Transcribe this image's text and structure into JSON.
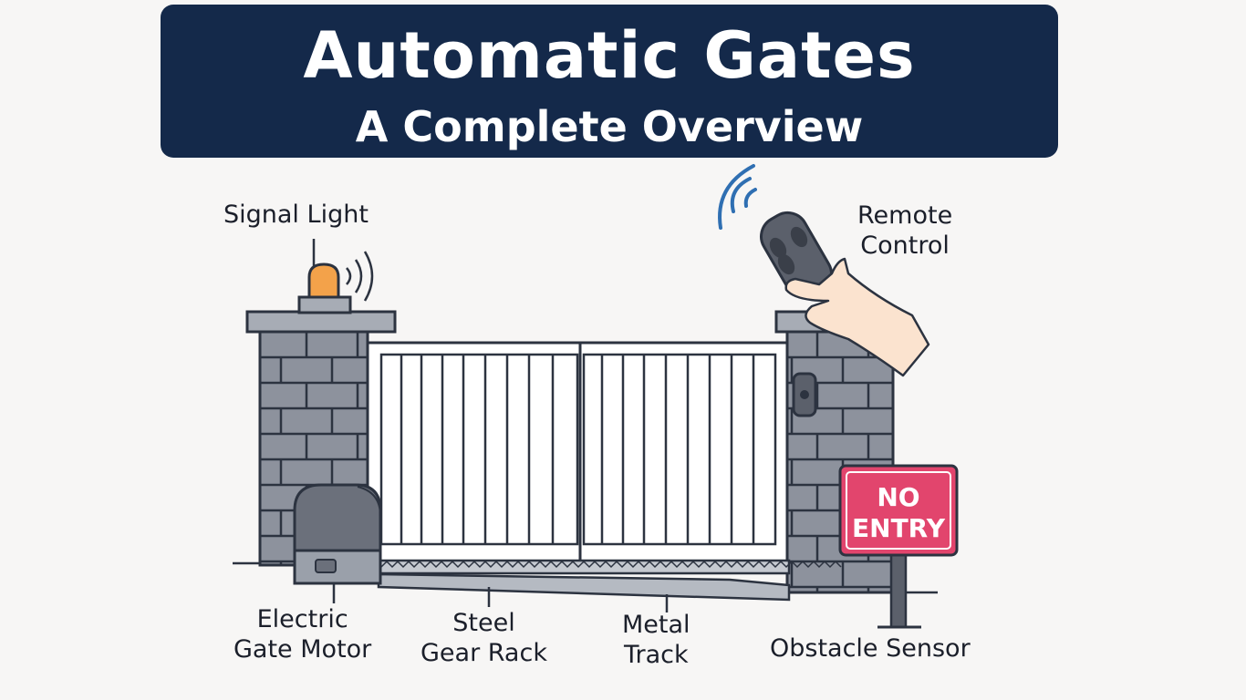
{
  "header": {
    "title": "Automatic Gates",
    "subtitle": "A Complete Overview"
  },
  "labels": {
    "signal_light": "Signal Light",
    "remote_control_line1": "Remote",
    "remote_control_line2": "Control",
    "motor_line1": "Electric",
    "motor_line2": "Gate Motor",
    "gear_rack_line1": "Steel",
    "gear_rack_line2": "Gear Rack",
    "track_line1": "Metal",
    "track_line2": "Track",
    "obstacle_sensor": "Obstacle Sensor"
  },
  "sign": {
    "line1": "NO",
    "line2": "ENTRY"
  },
  "colors": {
    "banner": "#14294a",
    "pillar": "#8c919c",
    "brick_line": "#2c3340",
    "signal_light": "#f3a24a",
    "sign": "#e2456d",
    "gate": "#ffffff",
    "remote": "#5b606b"
  }
}
